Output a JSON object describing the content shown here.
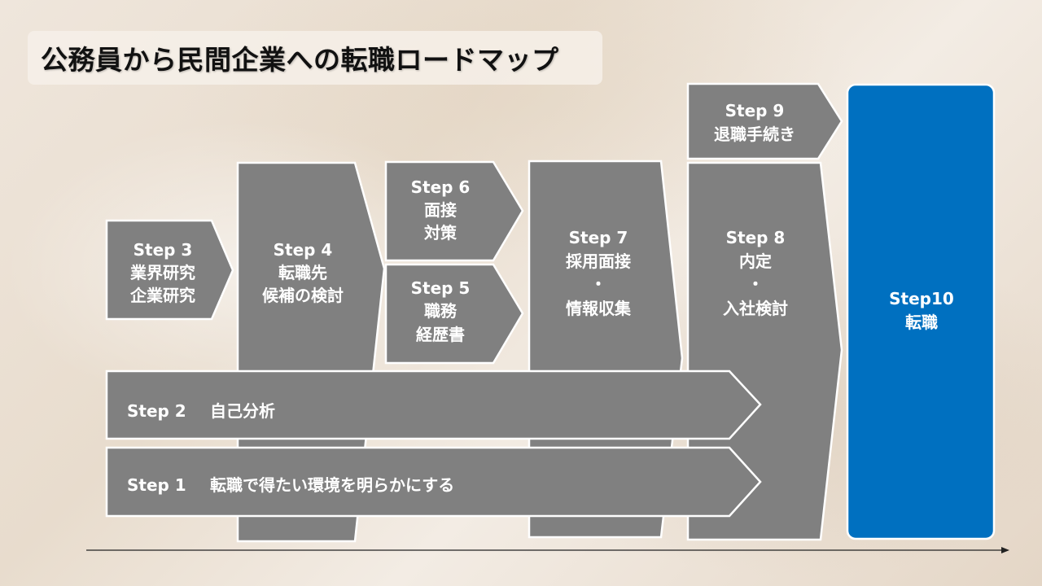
{
  "title": "公務員から民間企業への転職ロードマップ",
  "steps": {
    "s1": {
      "num": "Step 1",
      "text": "転職で得たい環境を明らかにする"
    },
    "s2": {
      "num": "Step 2",
      "text": "自己分析"
    },
    "s3": {
      "num": "Step 3",
      "l1": "業界研究",
      "l2": "企業研究"
    },
    "s4": {
      "num": "Step 4",
      "l1": "転職先",
      "l2": "候補の検討"
    },
    "s5": {
      "num": "Step 5",
      "l1": "職務",
      "l2": "経歴書"
    },
    "s6": {
      "num": "Step 6",
      "l1": "面接",
      "l2": "対策"
    },
    "s7": {
      "num": "Step 7",
      "l1": "採用面接",
      "l2": "・",
      "l3": "情報収集"
    },
    "s8": {
      "num": "Step 8",
      "l1": "内定",
      "l2": "・",
      "l3": "入社検討"
    },
    "s9": {
      "num": "Step 9",
      "l1": "退職手続き"
    },
    "s10": {
      "num": "Step10",
      "l1": "転職"
    }
  },
  "colors": {
    "step": "#808080",
    "goal": "#0070c0",
    "label": "#ffffff"
  }
}
